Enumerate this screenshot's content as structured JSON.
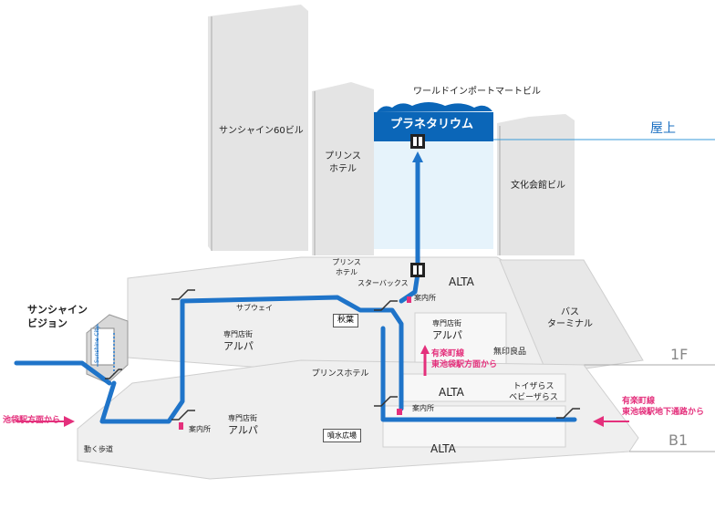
{
  "colors": {
    "route": "#1f74c9",
    "planetarium": "#0b66b8",
    "rooftop_area": "#e6f3fb",
    "building": "#e4e4e4",
    "floor_tile": "#efefef",
    "accent_pink": "#e4307c",
    "floor_label": "#8a8a8a"
  },
  "icons": [
    "elevator-icon",
    "escalator-icon",
    "info-marker-icon",
    "arrow-up-icon",
    "arrow-right-icon",
    "arrow-left-icon"
  ],
  "buildings": {
    "sunshine60": "サンシャイン60ビル",
    "world_import_mart": "ワールドインポートマートビル",
    "planetarium": "プラネタリウム",
    "prince_hotel_line1": "プリンス",
    "prince_hotel_line2": "ホテル",
    "bunka_kaikan": "文化会館ビル"
  },
  "floors": {
    "rooftop": "屋上",
    "f1": "1F",
    "b1": "B1"
  },
  "labels_1f": {
    "prince_hotel_1": "プリンス",
    "prince_hotel_2": "ホテル",
    "starbucks": "スターバックス",
    "info_1": "案内所",
    "alta_top": "ALTA",
    "bus_1": "バス",
    "bus_2": "ターミナル",
    "subway": "サブウェイ",
    "senmon_1": "専門店街",
    "alpa_1": "アルパ",
    "akiba": "秋葉",
    "senmon_2": "専門店街",
    "alpa_2": "アルパ",
    "yurakucho_1": "有楽町線",
    "yurakucho_2": "東池袋駅方面から",
    "muji": "無印良品"
  },
  "labels_b1": {
    "prince_hotel": "プリンスホテル",
    "alta_mid": "ALTA",
    "toys_1": "トイザらス",
    "toys_2": "ベビーザらス",
    "info_2": "案内所",
    "senmon_3": "専門店街",
    "alpa_3": "アルパ",
    "fountain": "噴水広場",
    "info_3": "案内所",
    "alta_bottom": "ALTA",
    "walkway": "動く歩道",
    "ikebukuro": "池袋駅方面から",
    "sub_1": "有楽町線",
    "sub_2": "東池袋駅地下通路から"
  },
  "vision": {
    "line1": "サンシャイン",
    "line2": "ビジョン",
    "screen_text": "Sunshine City"
  }
}
